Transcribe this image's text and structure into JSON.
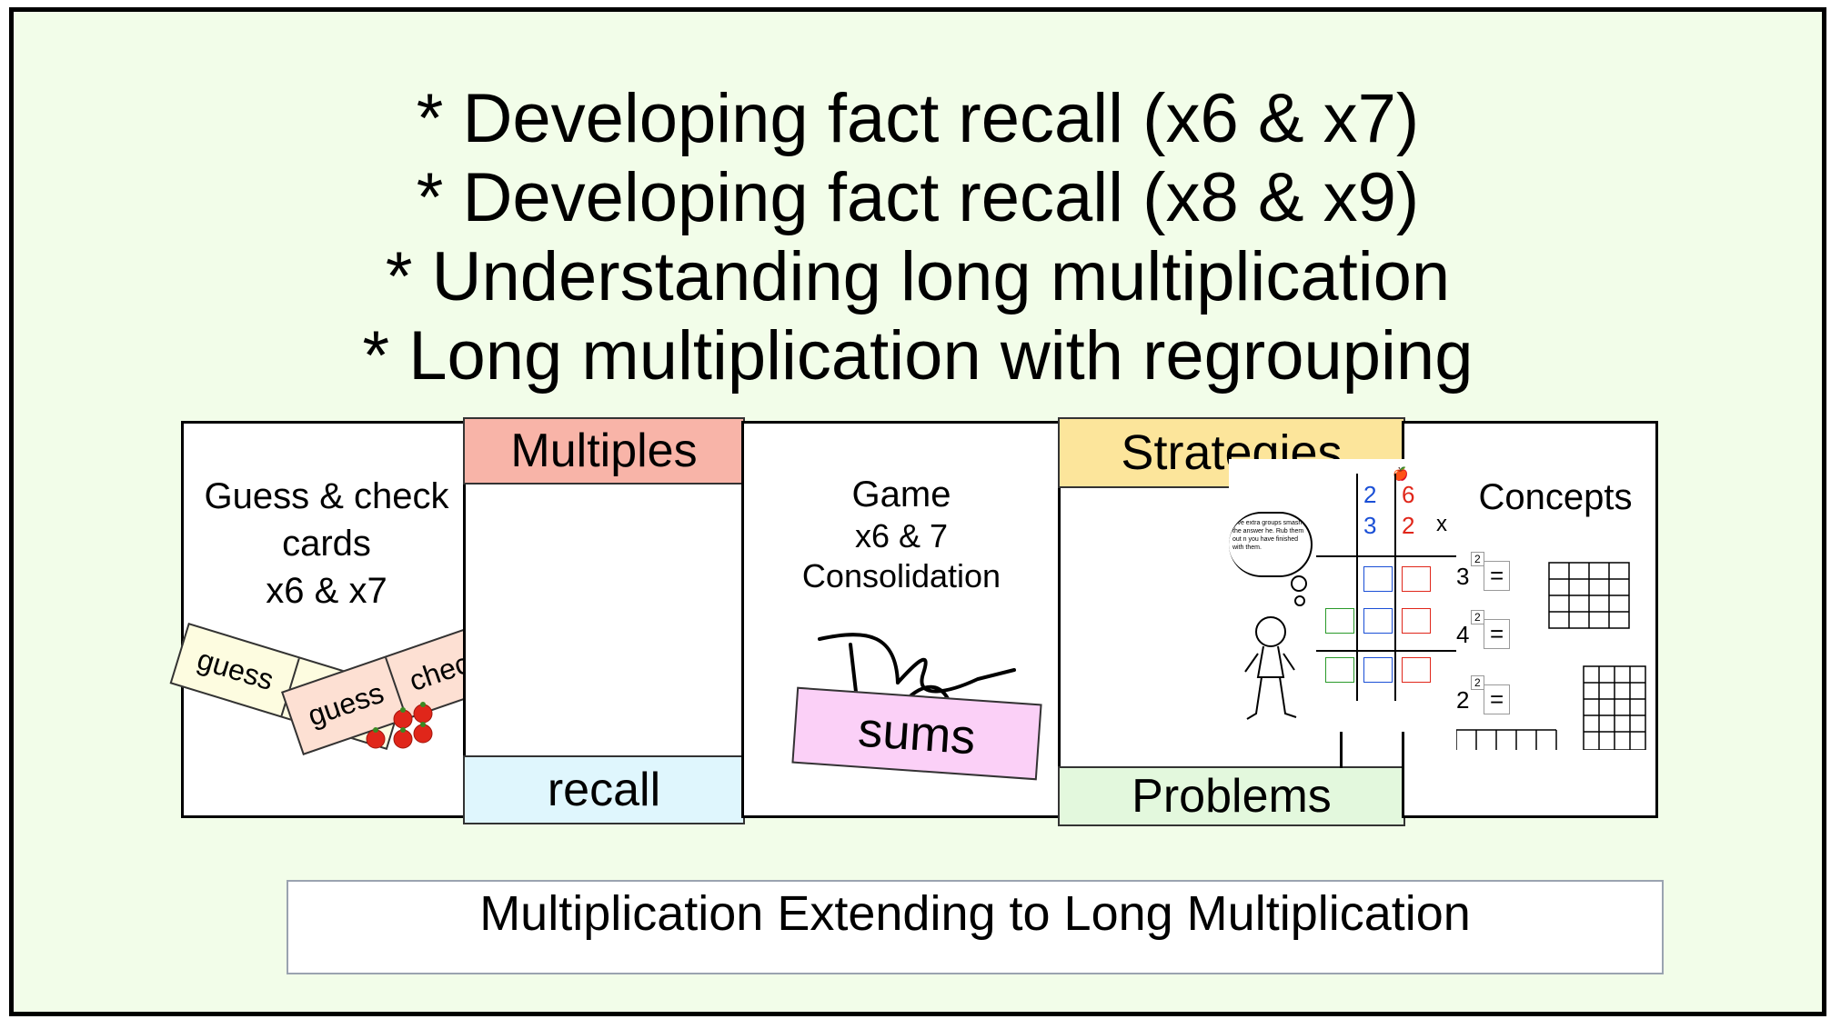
{
  "headings": [
    "* Developing fact recall (x6 & x7)",
    "* Developing fact recall (x8 & x9)",
    "* Understanding long multiplication",
    "* Long multiplication with regrouping"
  ],
  "cards": {
    "guess_check": {
      "line1": "Guess & check",
      "line2": "cards",
      "line3": "x6 & x7",
      "guess": "guess",
      "check": "check",
      "partial": "ch"
    },
    "multiples": {
      "top": "Multiples",
      "bottom": "recall"
    },
    "game": {
      "line1": "Game",
      "line2": "x6 & 7",
      "line3": "Consolidation",
      "tag": "sums"
    },
    "strategies": {
      "top": "Strategies",
      "bottom": "Problems"
    },
    "concepts": {
      "label": "Concepts",
      "digits_top": [
        "2",
        "6"
      ],
      "digits_mid": [
        "3",
        "2"
      ],
      "times": "x",
      "bubble": "love extra groups smash the answer he. Rub them out n you have finished with them.",
      "rows": [
        {
          "num": "3",
          "exp": "2",
          "eq": "="
        },
        {
          "num": "4",
          "exp": "2",
          "eq": "="
        },
        {
          "num": "2",
          "exp": "2",
          "eq": "="
        }
      ]
    }
  },
  "caption": "Multiplication Extending to Long Multiplication",
  "colors": {
    "background": "#f2fde9",
    "multiples": "#f8b4a8",
    "recall": "#dff6fd",
    "sums": "#fbd0f7",
    "strategies": "#fce59b",
    "problems": "#e3f8dd",
    "guess_card": "#fdfce0",
    "check_card": "#fde0d3"
  }
}
